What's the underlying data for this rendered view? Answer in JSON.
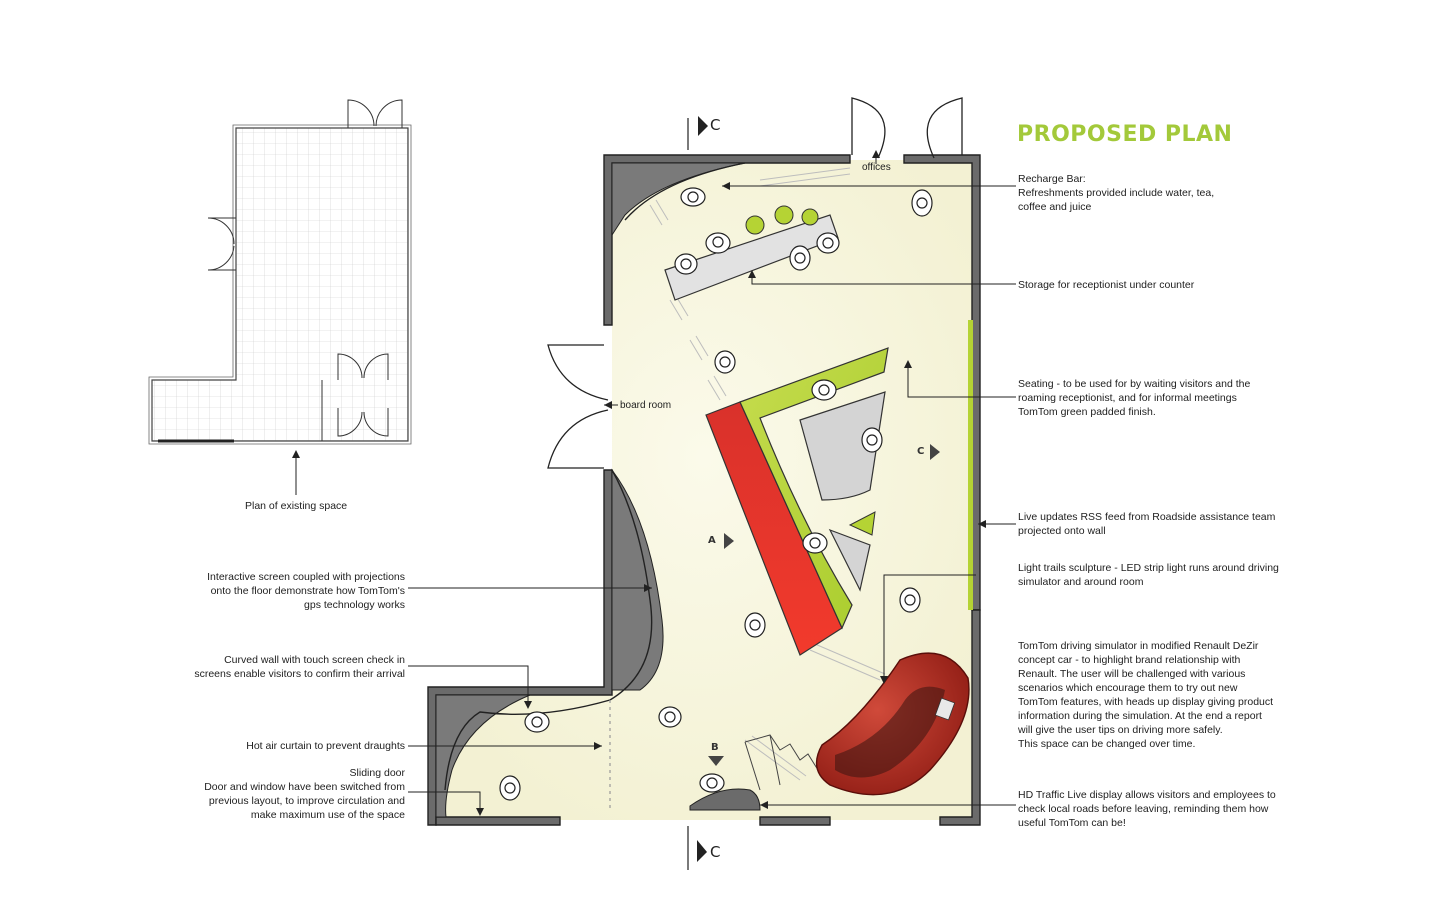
{
  "title": "PROPOSED PLAN",
  "existing_plan": {
    "label": "Plan of existing space"
  },
  "room_labels": {
    "offices": "offices",
    "board_room": "board room"
  },
  "section_markers": {
    "c_top": "C",
    "c_bottom": "C",
    "c_right": "C",
    "a": "A",
    "b": "B"
  },
  "annotations_right": [
    {
      "id": "recharge-bar",
      "lines": [
        "Recharge Bar:",
        "Refreshments provided include water, tea,",
        "coffee and juice"
      ]
    },
    {
      "id": "storage",
      "lines": [
        "Storage for receptionist under counter"
      ]
    },
    {
      "id": "seating",
      "lines": [
        "Seating - to be used for by waiting visitors and the",
        "roaming receptionist, and for informal meetings",
        "TomTom green padded finish."
      ]
    },
    {
      "id": "live-updates",
      "lines": [
        "Live updates RSS feed from Roadside assistance team",
        "projected onto wall"
      ]
    },
    {
      "id": "light-trails",
      "lines": [
        "Light trails sculpture - LED strip light runs around driving",
        "simulator and around room"
      ]
    },
    {
      "id": "driving-simulator",
      "lines": [
        "TomTom driving simulator in modified Renault DeZir",
        "concept car - to highlight brand relationship with",
        "Renault.  The user will be challenged with various",
        "scenarios which encourage them to try out new",
        "TomTom features, with heads up display giving product",
        "information during the simulation. At the end a report",
        "will give the user tips on driving more safely.",
        "This space can be changed over time."
      ]
    },
    {
      "id": "hd-traffic",
      "lines": [
        "HD Traffic Live display allows visitors and employees to",
        "check local roads before leaving, reminding them how",
        "useful TomTom can be!"
      ]
    }
  ],
  "annotations_left": [
    {
      "id": "interactive-screen",
      "lines": [
        "Interactive screen coupled with projections",
        "onto the floor demonstrate how TomTom's",
        "gps technology works"
      ]
    },
    {
      "id": "curved-wall",
      "lines": [
        "Curved wall with touch screen check in",
        "screens enable visitors to confirm their arrival"
      ]
    },
    {
      "id": "hot-air-curtain",
      "lines": [
        "Hot air curtain to prevent draughts"
      ]
    },
    {
      "id": "sliding-door",
      "lines": [
        "Sliding door",
        "Door and window have been switched from",
        "previous layout, to improve circulation and",
        "make maximum use of the space"
      ]
    }
  ],
  "colors": {
    "title_green": "#a3c93a",
    "tomtom_green": "#b5d334",
    "counter_red": "#e52a27",
    "wall_grey": "#6b6b6b",
    "floor_cream": "#f9f8e4",
    "car_red": "#b3221a"
  }
}
